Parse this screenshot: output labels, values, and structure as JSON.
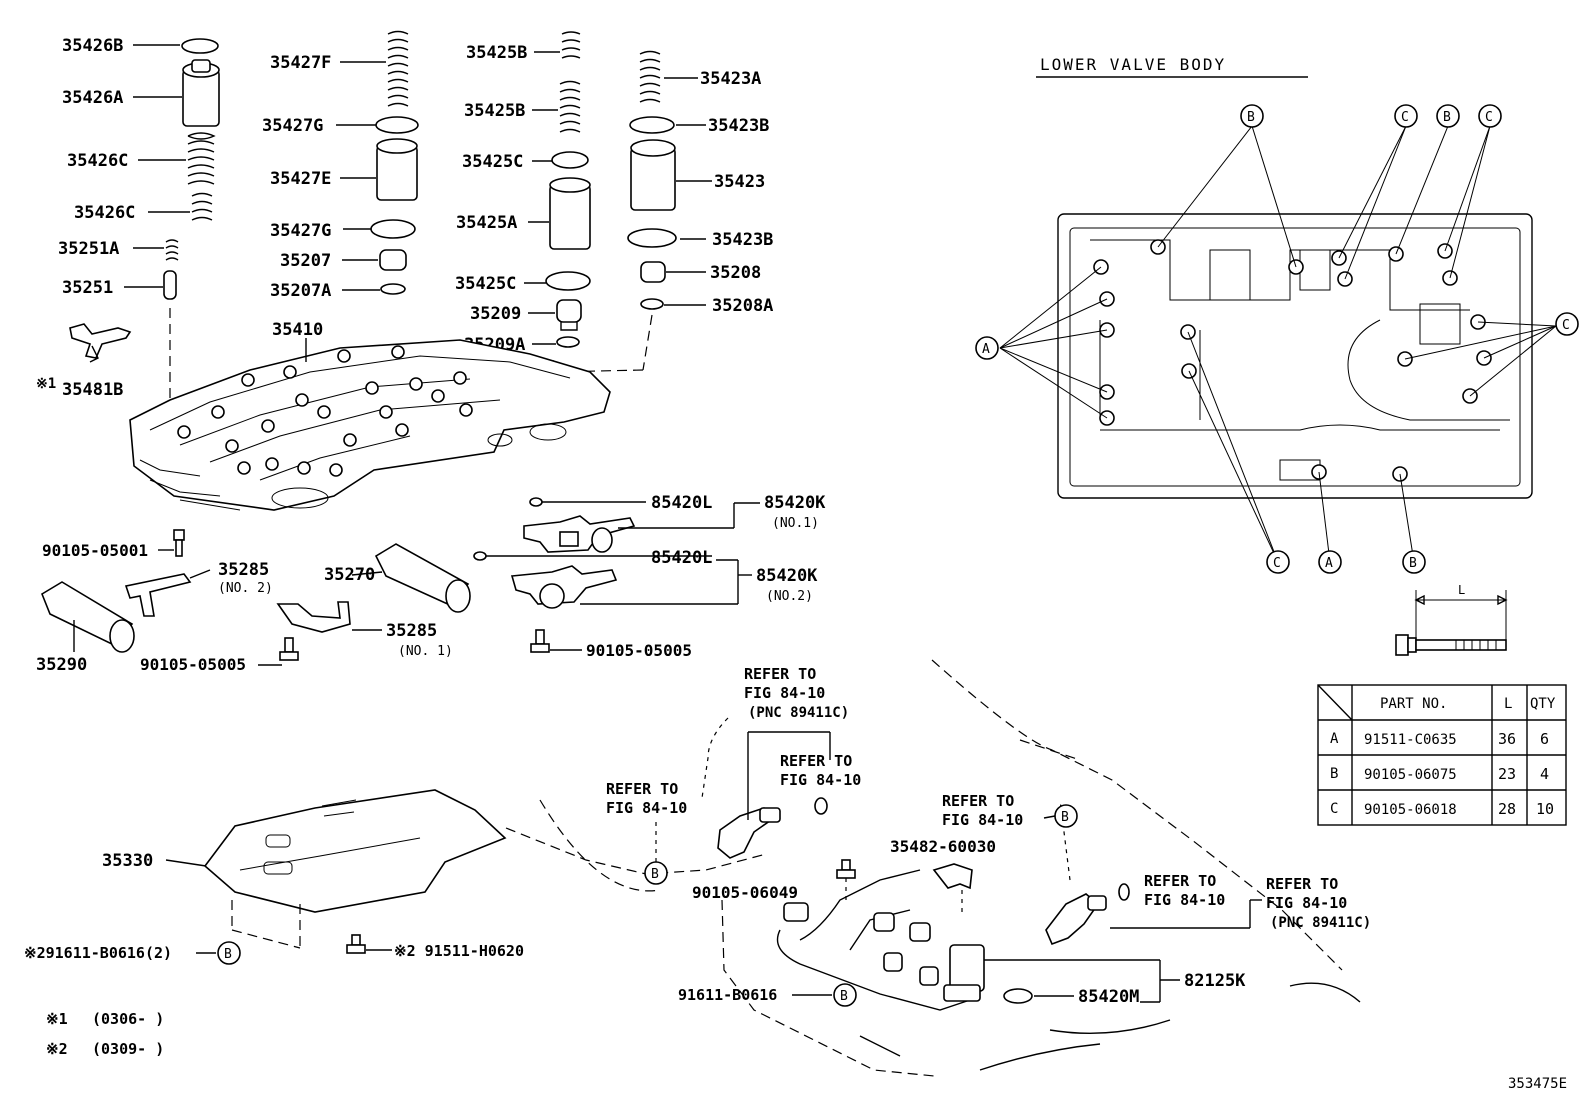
{
  "diagram": {
    "section_title": "LOWER VALVE BODY",
    "figure_code": "353475E",
    "part_labels": {
      "p35426B": "35426B",
      "p35426A": "35426A",
      "p35426C_1": "35426C",
      "p35426C_2": "35426C",
      "p35251A": "35251A",
      "p35251": "35251",
      "p35481B": "35481B",
      "p35481B_mark": "※1",
      "p35427F": "35427F",
      "p35427G_1": "35427G",
      "p35427E": "35427E",
      "p35427G_2": "35427G",
      "p35207": "35207",
      "p35207A": "35207A",
      "p35410": "35410",
      "p35425B_1": "35425B",
      "p35425B_2": "35425B",
      "p35425C_1": "35425C",
      "p35425A": "35425A",
      "p35425C_2": "35425C",
      "p35209": "35209",
      "p35209A": "35209A",
      "p35423A": "35423A",
      "p35423B_1": "35423B",
      "p35423": "35423",
      "p35423B_2": "35423B",
      "p35208": "35208",
      "p35208A": "35208A",
      "p85420L_1": "85420L",
      "p85420K_1": "85420K",
      "p85420K_1_sub": "(NO.1)",
      "p85420L_2": "85420L",
      "p85420K_2": "85420K",
      "p85420K_2_sub": "(NO.2)",
      "p90105_05005_r": "90105-05005",
      "p90105_05001": "90105-05001",
      "p35285_2": "35285",
      "p35285_2_sub": "(NO. 2)",
      "p35270": "35270",
      "p35290": "35290",
      "p90105_05005_l": "90105-05005",
      "p35285_1": "35285",
      "p35285_1_sub": "(NO. 1)",
      "p35330": "35330",
      "p291611": "※291611-B0616(2)",
      "p91511_H0620": "※2 91511-H0620",
      "p35482": "35482-60030",
      "p90105_06049": "90105-06049",
      "p91611_B0616": "91611-B0616",
      "p85420M": "85420M",
      "p82125K": "82125K"
    },
    "refer_notes": {
      "r1_line1": "REFER TO",
      "r1_line2": "FIG 84-10",
      "r1_line3": "(PNC 89411C)",
      "r2_line1": "REFER TO",
      "r2_line2": "FIG 84-10",
      "r3_line1": "REFER TO",
      "r3_line2": "FIG 84-10",
      "r4_line1": "REFER TO",
      "r4_line2": "FIG 84-10",
      "r5_line1": "REFER TO",
      "r5_line2": "FIG 84-10",
      "r6_line1": "REFER TO",
      "r6_line2": "FIG 84-10",
      "r6_line3": "(PNC 89411C)"
    },
    "footnotes": {
      "n1_mark": "※1",
      "n1_text": "(0306-        )",
      "n2_mark": "※2",
      "n2_text": "(0309-        )"
    },
    "callout_letters": {
      "A": "A",
      "B": "B",
      "C": "C"
    },
    "bolt_dimension_label": "L",
    "bolt_table": {
      "headers": [
        "PART NO.",
        "L",
        "QTY"
      ],
      "rows": [
        {
          "key": "A",
          "part_no": "91511-C0635",
          "length": "36",
          "qty": "6"
        },
        {
          "key": "B",
          "part_no": "90105-06075",
          "length": "23",
          "qty": "4"
        },
        {
          "key": "C",
          "part_no": "90105-06018",
          "length": "28",
          "qty": "10"
        }
      ]
    }
  }
}
